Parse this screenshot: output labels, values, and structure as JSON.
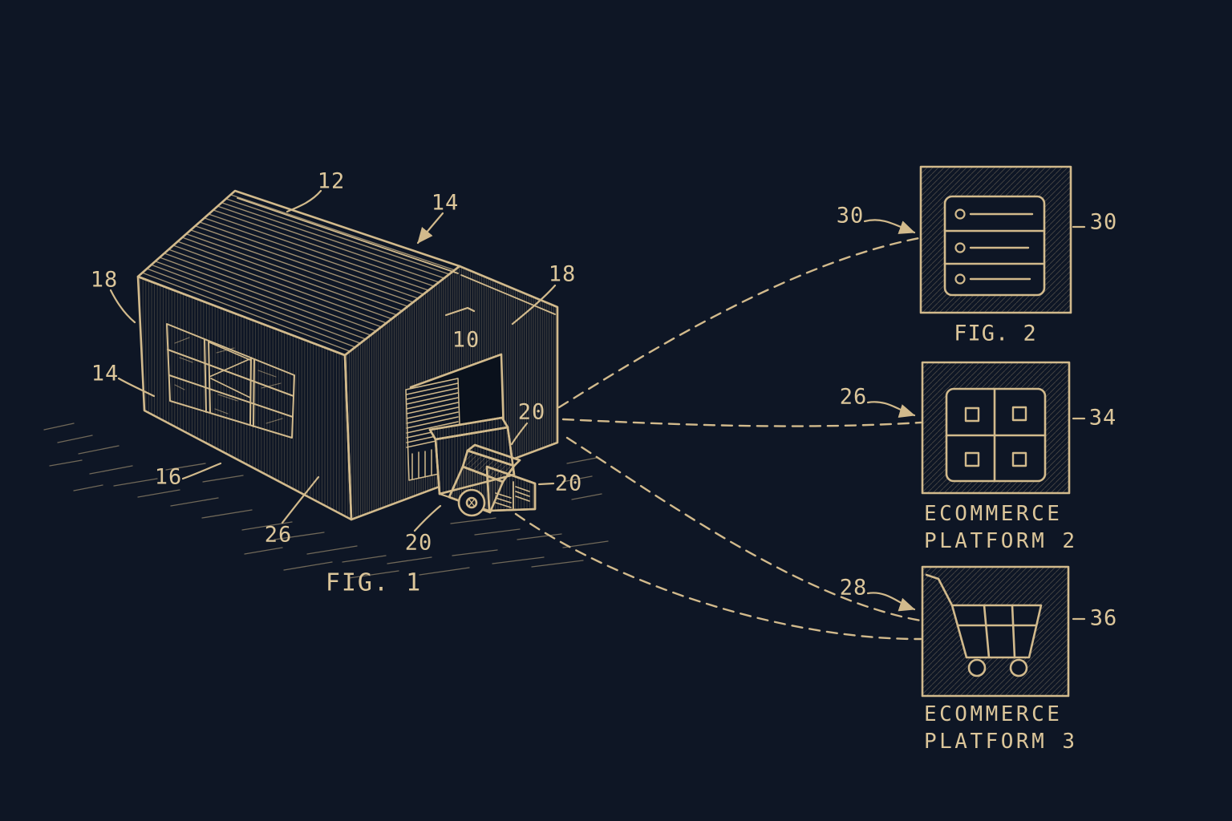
{
  "colors": {
    "background": "#0e1625",
    "line": "#d2ba8c",
    "text": "#dcc69a"
  },
  "fig1": {
    "caption": "FIG. 1",
    "ref_roof_panel": "12",
    "ref_roof": "14",
    "ref_wall_left": "14",
    "ref_siding_left": "18",
    "ref_siding_right": "18",
    "ref_door": "10",
    "ref_ground": "16",
    "ref_dock": "26",
    "ref_door_20": "20",
    "ref_truck_front_20": "20",
    "ref_truck_bottom_20": "20"
  },
  "fig2": {
    "caption": "FIG. 2",
    "ref_left": "30",
    "ref_right": "30"
  },
  "platform2": {
    "name_line1": "ECOMMERCE",
    "name_line2": "PLATFORM 2",
    "ref_left": "26",
    "ref_right": "34"
  },
  "platform3": {
    "name_line1": "ECOMMERCE",
    "name_line2": "PLATFORM 3",
    "ref_left": "28",
    "ref_right": "36"
  }
}
